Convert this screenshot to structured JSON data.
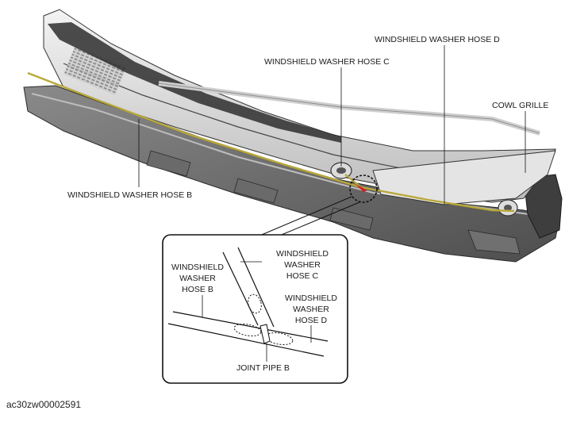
{
  "labels": {
    "hose_d": "WINDSHIELD WASHER HOSE D",
    "hose_c": "WINDSHIELD WASHER HOSE C",
    "cowl_grille": "COWL GRILLE",
    "hose_b": "WINDSHIELD WASHER HOSE B"
  },
  "detail": {
    "hose_b": "WINDSHIELD\nWASHER\nHOSE B",
    "hose_c": "WINDSHIELD\nWASHER\nHOSE C",
    "hose_d": "WINDSHIELD\nWASHER\nHOSE D",
    "joint_pipe": "JOINT PIPE B"
  },
  "figure_id": "ac30zw00002591",
  "colors": {
    "hose": "#b8a93a",
    "panel_dark": "#5f5f5f",
    "panel_mid": "#9a9a9a",
    "panel_light": "#d6d6d6",
    "arrow": "#d22020"
  }
}
